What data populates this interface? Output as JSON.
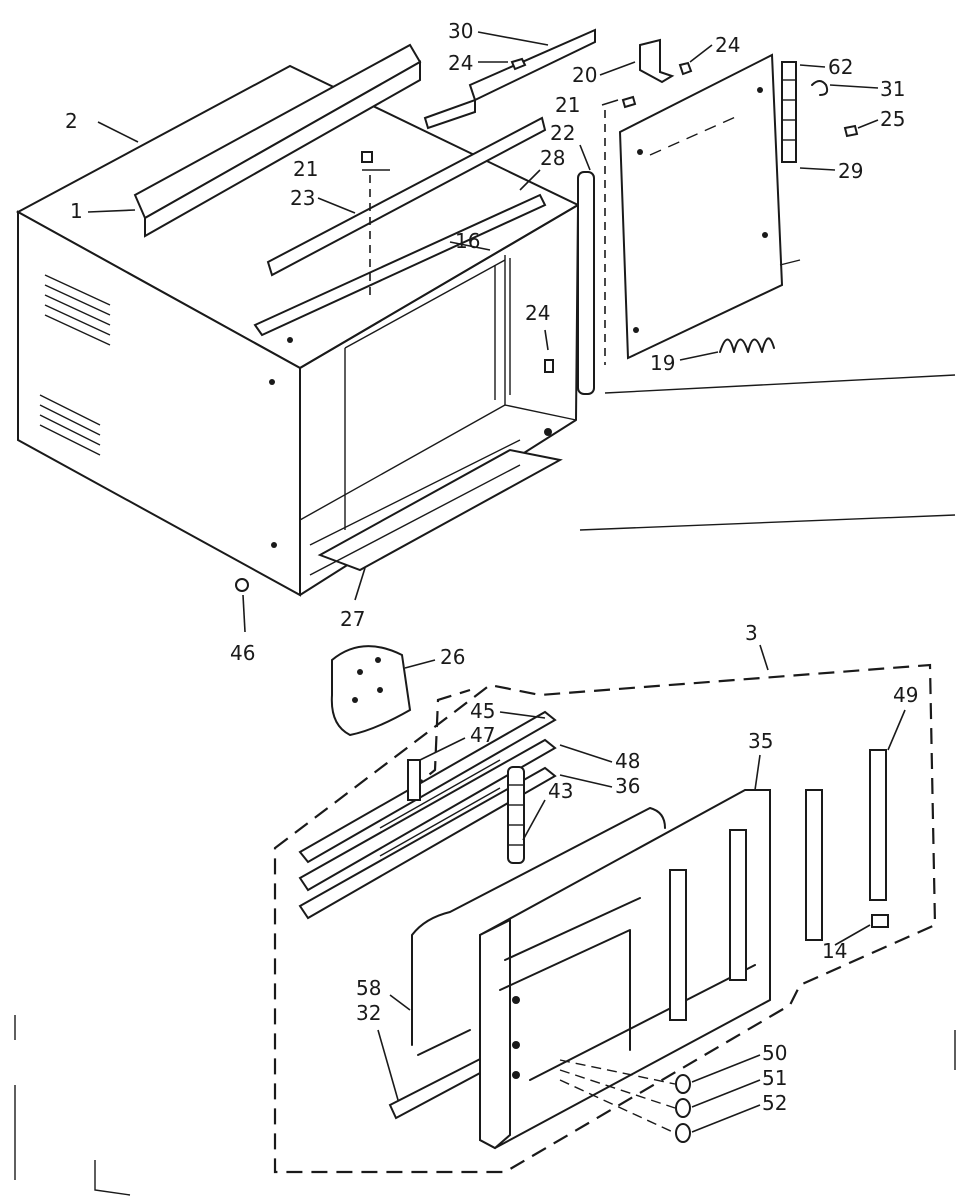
{
  "callouts": {
    "c1": "1",
    "c2": "2",
    "c3": "3",
    "c14": "14",
    "c16": "16",
    "c19": "19",
    "c20": "20",
    "c21a": "21",
    "c21b": "21",
    "c22": "22",
    "c23": "23",
    "c24a": "24",
    "c24b": "24",
    "c24c": "24",
    "c25": "25",
    "c26": "26",
    "c27": "27",
    "c28": "28",
    "c29": "29",
    "c30": "30",
    "c31": "31",
    "c32": "32",
    "c35": "35",
    "c36": "36",
    "c43": "43",
    "c45": "45",
    "c46": "46",
    "c47": "47",
    "c48": "48",
    "c49": "49",
    "c50": "50",
    "c51": "51",
    "c52": "52",
    "c58": "58",
    "c62": "62"
  }
}
